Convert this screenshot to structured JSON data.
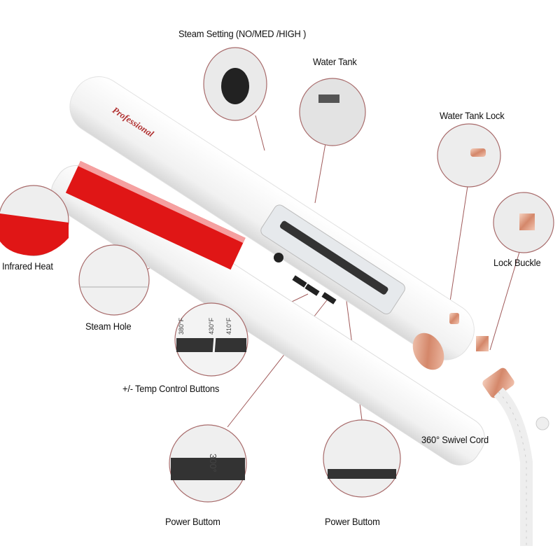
{
  "product": {
    "brand_text": "Professional",
    "colors": {
      "body": "#ffffff",
      "plate": "#e01616",
      "accent": "#d9957a",
      "line": "#a05a5a"
    }
  },
  "callouts": {
    "steam_setting": "Steam Setting (NO/MED /HIGH )",
    "water_tank": "Water Tank",
    "water_tank_lock": "Water Tank Lock",
    "lock_buckle": "Lock Buckle",
    "infrared_heat": "Infrared Heat",
    "steam_hole": "Steam Hole",
    "temp_buttons": "+/- Temp Control Buttons",
    "swivel_cord": "360° Swivel Cord",
    "power_left": "Power Buttom",
    "power_right": "Power Buttom"
  },
  "detail_text": {
    "temp_marks": [
      "380°F",
      "430°F",
      "410°F"
    ],
    "power_mark": "300°"
  }
}
